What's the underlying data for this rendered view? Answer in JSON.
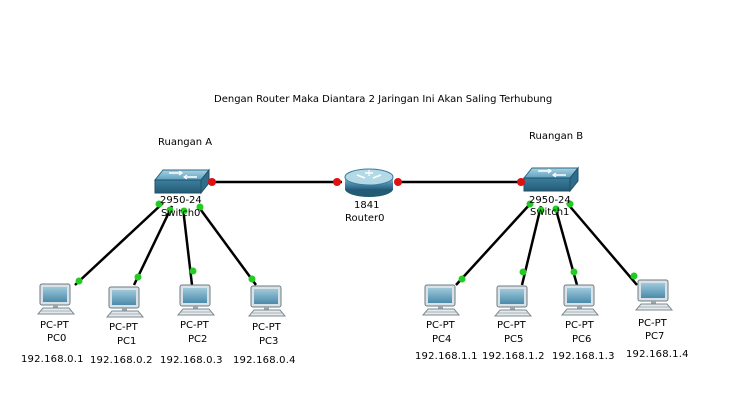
{
  "note": "Dengan Router Maka Diantara 2 Jaringan Ini Akan Saling Terhubung",
  "rooms": {
    "a": "Ruangan A",
    "b": "Ruangan B"
  },
  "router": {
    "model": "1841",
    "name": "Router0"
  },
  "switches": [
    {
      "model": "2950-24",
      "name": "Switch0"
    },
    {
      "model": "2950-24",
      "name": "Switch1"
    }
  ],
  "pcs": [
    {
      "type": "PC-PT",
      "name": "PC0",
      "ip": "192.168.0.1"
    },
    {
      "type": "PC-PT",
      "name": "PC1",
      "ip": "192.168.0.2"
    },
    {
      "type": "PC-PT",
      "name": "PC2",
      "ip": "192.168.0.3"
    },
    {
      "type": "PC-PT",
      "name": "PC3",
      "ip": "192.168.0.4"
    },
    {
      "type": "PC-PT",
      "name": "PC4",
      "ip": "192.168.1.1"
    },
    {
      "type": "PC-PT",
      "name": "PC5",
      "ip": "192.168.1.2"
    },
    {
      "type": "PC-PT",
      "name": "PC6",
      "ip": "192.168.1.3"
    },
    {
      "type": "PC-PT",
      "name": "PC7",
      "ip": "192.168.1.4"
    }
  ],
  "colors": {
    "link_up": "#22cc22",
    "link_down": "#e01010",
    "device": "#3f7f9f"
  }
}
